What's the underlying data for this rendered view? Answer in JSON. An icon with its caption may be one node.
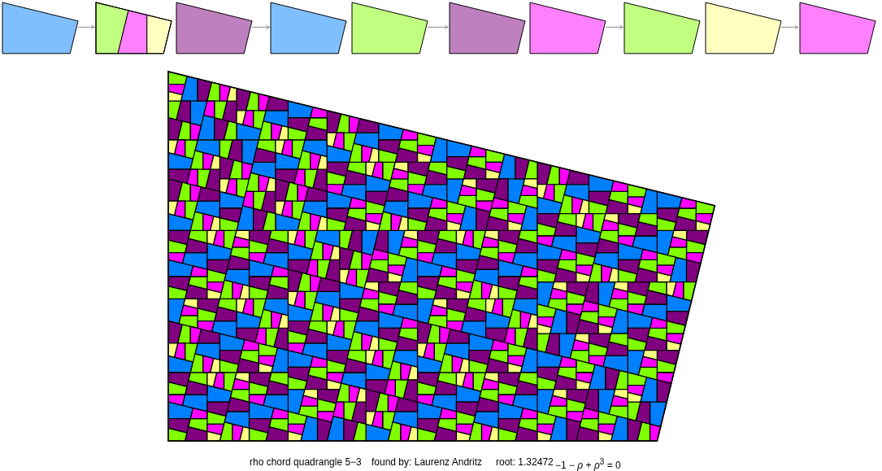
{
  "diagram": {
    "caption": "rho chord quadrangle 5−3",
    "nodes": [
      {
        "text": [],
        "shape": "quadrangle"
      },
      {
        "text": [],
        "shape": "quadrangle"
      },
      {
        "text": [],
        "shape": "quadrangle",
        "in": 1
      },
      {
        "text": [],
        "shape": "quadrangle",
        "in": 1
      },
      {
        "text": [],
        "shape": "quadrangle",
        "in": 1
      },
      {
        "text": [],
        "shape": "quadrangle"
      },
      {
        "text": [],
        "shape": "quadrangle"
      },
      {
        "text": [],
        "shape": "quadrangle"
      },
      {
        "text": [],
        "shape": "quadrangle"
      },
      {
        "text": [],
        "shape": "quadrangle"
      },
      {
        "text": [],
        "shape": "quadrangle"
      },
      {
        "text": [],
        "shape": "quadrangle"
      },
      {
        "text": [],
        "shape": "quadrangle"
      }
    ],
    "edges": [
      {
        "from": 0,
        "to": 1,
        "arrow": "to"
      },
      {
        "from": 5,
        "to": 6,
        "arrow": "to"
      },
      {
        "from": 7,
        "to": 8,
        "arrow": "to"
      },
      {
        "from": 9,
        "to": 10,
        "arrow": "to"
      },
      {
        "from": 11,
        "to": 12,
        "arrow": "to"
      }
    ],
    "labels": [
      "found by: Laurenz Andritz",
      "root: 1.32472",
      "−1 − *ρ* + *ρ*$^{3}$ = 0"
    ]
  }
}
